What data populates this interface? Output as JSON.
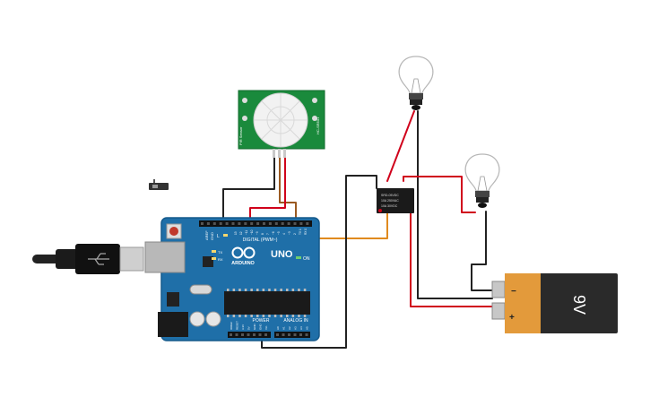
{
  "arduino": {
    "brand": "ARDUINO",
    "model": "UNO",
    "header_digital": "DIGITAL (PWM~)",
    "header_power": "POWER",
    "header_analog": "ANALOG IN",
    "label_on": "ON",
    "label_l": "L",
    "label_tx": "TX",
    "label_rx": "RX",
    "label_aref": "AREF",
    "label_gnd": "GND",
    "digital_pins": [
      "13",
      "12",
      "~11",
      "~10",
      "~9",
      "8",
      "7",
      "~6",
      "~5",
      "4",
      "~3",
      "2",
      "TX 1",
      "RX 0"
    ],
    "power_pins": [
      "IOREF",
      "RESET",
      "3.3V",
      "5V",
      "GND",
      "GND",
      "Vin"
    ],
    "analog_pins": [
      "A0",
      "A1",
      "A2",
      "A3",
      "A4",
      "A5"
    ]
  },
  "pir_sensor": {
    "label_top": "HC-SR501",
    "label_side": "PIR Sensor"
  },
  "relay": {
    "line1": "SRD-05VDC",
    "line2": "10A 250VAC",
    "line3": "10A 30VDC"
  },
  "battery": {
    "label": "9V",
    "minus": "−",
    "plus": "+"
  },
  "colors": {
    "board": "#1f6fa8",
    "board_edge": "#155a8c",
    "pcb_green": "#1a8a3c",
    "wire_red": "#d0021b",
    "wire_black": "#222222",
    "wire_orange": "#e08a1e",
    "wire_brown": "#9a5a22",
    "battery_orange": "#e39a3b",
    "battery_black": "#2a2a2a"
  }
}
